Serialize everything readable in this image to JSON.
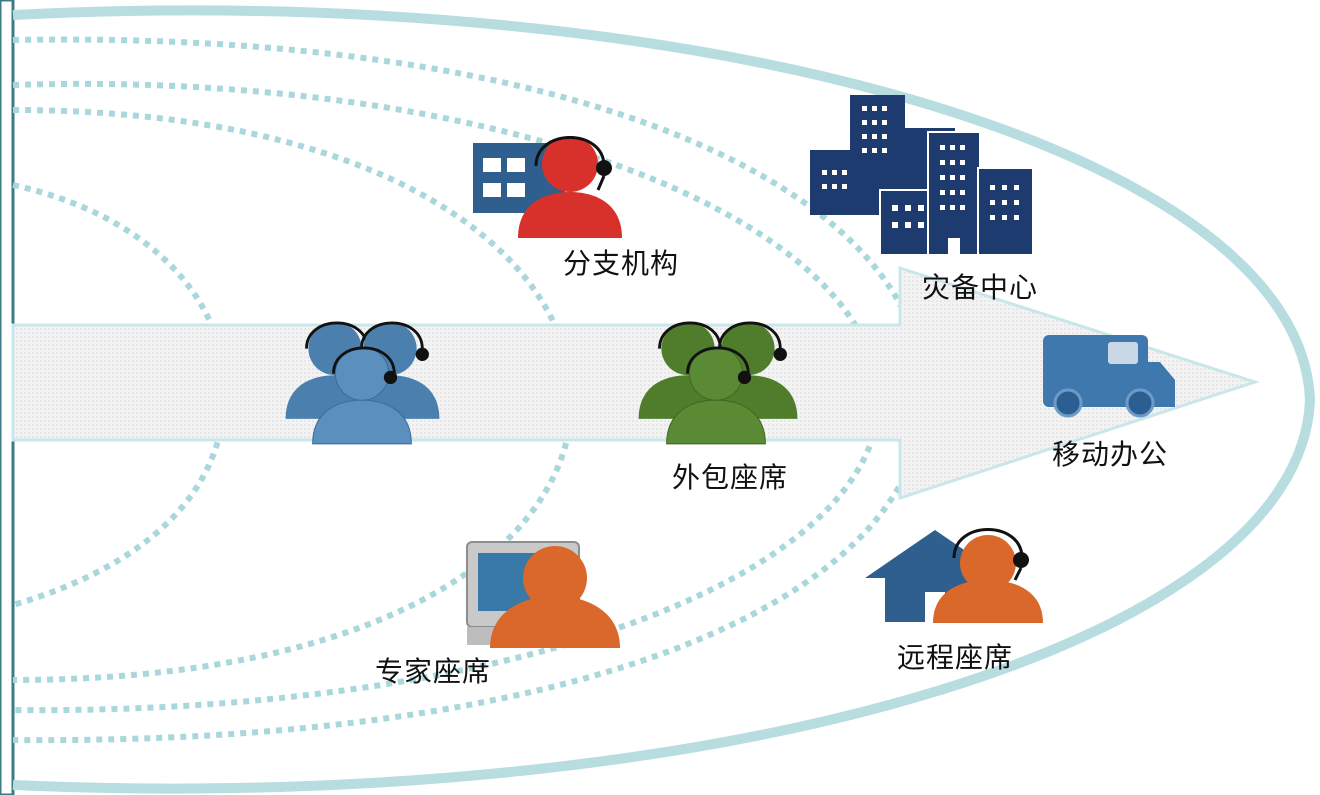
{
  "labels": {
    "branch": "分支机构",
    "disaster_recovery": "灾备中心",
    "mobile_office": "移动办公",
    "outsourced_seats": "外包座席",
    "expert_seats": "专家座席",
    "remote_seats": "远程座席"
  },
  "colors": {
    "ring": "#b7dde0",
    "ring_dotted": "#a9d7dc",
    "arrow_fill": "#eeeeee",
    "arrow_stroke": "#c9e7ea",
    "navy": "#1d3b6e",
    "blue_agent": "#4a7fae",
    "green_agent": "#4f7d2c",
    "red_agent": "#d8302a",
    "orange_agent": "#d9682a",
    "house": "#2e5f8e",
    "truck": "#3f78ad",
    "left_bar": "#3e7b86"
  },
  "icons": [
    "headset-agent-icon",
    "office-building-icon",
    "city-buildings-icon",
    "delivery-truck-icon",
    "computer-monitor-icon",
    "house-icon"
  ]
}
